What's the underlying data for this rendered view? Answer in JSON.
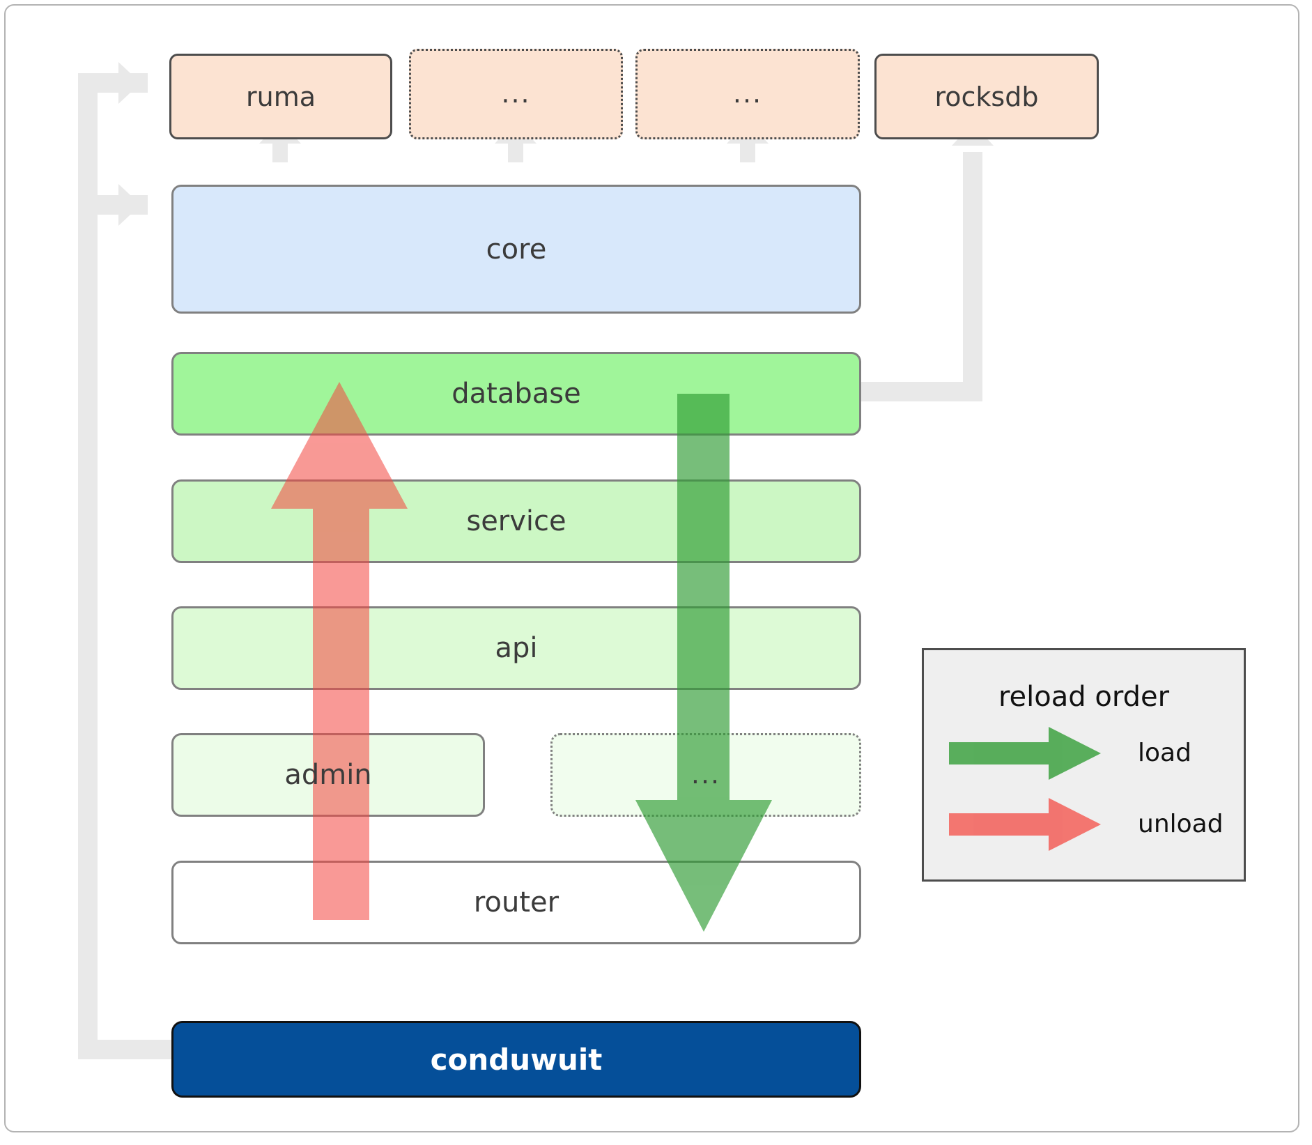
{
  "diagram": {
    "title": "conduwuit crate dependency / reload order",
    "dependencies": [
      {
        "label": "ruma",
        "style": "solid"
      },
      {
        "label": "...",
        "style": "dotted"
      },
      {
        "label": "...",
        "style": "dotted"
      },
      {
        "label": "rocksdb",
        "style": "solid"
      }
    ],
    "layers": [
      {
        "label": "core",
        "key": "core"
      },
      {
        "label": "database",
        "key": "database"
      },
      {
        "label": "service",
        "key": "service"
      },
      {
        "label": "api",
        "key": "api"
      },
      {
        "label": "admin",
        "key": "admin"
      },
      {
        "label": "...",
        "key": "dots-box"
      },
      {
        "label": "router",
        "key": "router"
      },
      {
        "label": "conduwuit",
        "key": "conduwuit"
      }
    ],
    "legend": {
      "title": "reload order",
      "entries": [
        {
          "label": "load",
          "color": "#5bac5b"
        },
        {
          "label": "unload",
          "color": "#fa8888"
        }
      ]
    },
    "colors": {
      "dependency_fill": "#fce3d2",
      "dependency_border": "#4d4d4d",
      "core_fill": "#d8e8fb",
      "database_fill": "#a0f59a",
      "service_fill": "#ccf7c4",
      "api_fill": "#ddfad6",
      "admin_fill": "#ecfce8",
      "dots_fill": "#f1fdee",
      "router_fill": "#ffffff",
      "conduwuit_fill": "#054f99",
      "connector_grey": "#e9e9e9",
      "load_arrow": "#4caf50",
      "unload_arrow": "#f96a6a",
      "legend_fill": "#efefef",
      "frame_border": "#b3b3b3"
    }
  }
}
